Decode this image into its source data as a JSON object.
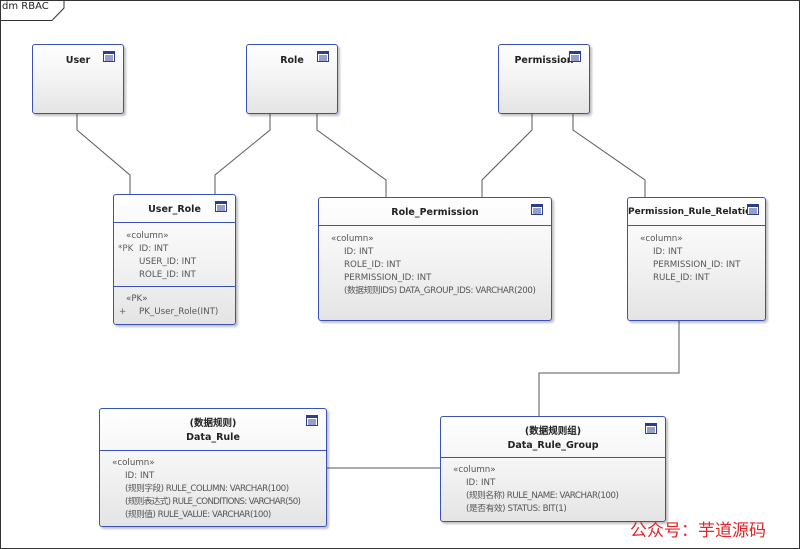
{
  "diagram": {
    "tab_label": "dm RBAC"
  },
  "entities": {
    "user": {
      "title": "User"
    },
    "role": {
      "title": "Role"
    },
    "permission": {
      "title": "Permission"
    },
    "user_role": {
      "title": "User_Role",
      "column_stereotype": "«column»",
      "pk_marker": "*PK",
      "columns": [
        "ID: INT",
        "USER_ID: INT",
        "ROLE_ID: INT"
      ],
      "op_stereotype": "«PK»",
      "op_marker": "+",
      "operation": "PK_User_Role(INT)"
    },
    "role_permission": {
      "title": "Role_Permission",
      "column_stereotype": "«column»",
      "columns": [
        "ID: INT",
        "ROLE_ID: INT",
        "PERMISSION_ID: INT",
        "(数据规则IDS) DATA_GROUP_IDS: VARCHAR(200)"
      ]
    },
    "permission_rule_relation": {
      "title": "Permission_Rule_Relation",
      "column_stereotype": "«column»",
      "columns": [
        "ID: INT",
        "PERMISSION_ID: INT",
        "RULE_ID: INT"
      ]
    },
    "data_rule": {
      "subtitle": "(数据规则)",
      "title": "Data_Rule",
      "column_stereotype": "«column»",
      "columns": [
        "ID: INT",
        "(规则字段) RULE_COLUMN: VARCHAR(100)",
        "(规则表达式) RULE_CONDITIONS: VARCHAR(50)",
        "(规则值) RULE_VALUE: VARCHAR(100)"
      ]
    },
    "data_rule_group": {
      "subtitle": "(数据规则组)",
      "title": "Data_Rule_Group",
      "column_stereotype": "«column»",
      "columns": [
        "ID: INT",
        "(规则名称) RULE_NAME: VARCHAR(100)",
        "(是否有效) STATUS: BIT(1)"
      ]
    }
  },
  "watermark": "公众号：芋道源码",
  "colors": {
    "border": "#3a52b4",
    "connector": "#5a5a5a",
    "watermark": "#e0262a"
  }
}
